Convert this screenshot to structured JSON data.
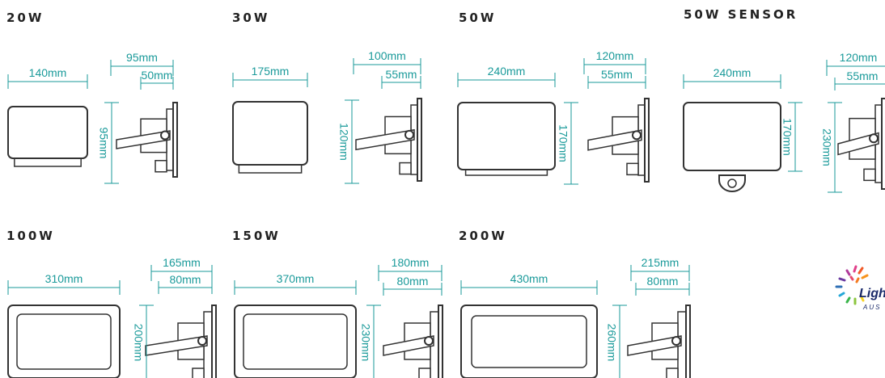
{
  "colors": {
    "dimension": "#1a9a9a",
    "outline": "#333333",
    "fill": "#ffffff"
  },
  "models": [
    {
      "title": "20W",
      "width": "140mm",
      "depth": "95mm",
      "depth_inner": "50mm",
      "height": "95mm"
    },
    {
      "title": "30W",
      "width": "175mm",
      "depth": "100mm",
      "depth_inner": "55mm",
      "height": "120mm"
    },
    {
      "title": "50W",
      "width": "240mm",
      "depth": "120mm",
      "depth_inner": "55mm",
      "height": "170mm"
    },
    {
      "title": "50W SENSOR",
      "width": "240mm",
      "depth": "120mm",
      "depth_inner": "55mm",
      "height": "170mm",
      "height_side": "230mm"
    },
    {
      "title": "100W",
      "width": "310mm",
      "depth": "165mm",
      "depth_inner": "80mm",
      "height": "200mm"
    },
    {
      "title": "150W",
      "width": "370mm",
      "depth": "180mm",
      "depth_inner": "80mm",
      "height": "230mm"
    },
    {
      "title": "200W",
      "width": "430mm",
      "depth": "215mm",
      "depth_inner": "80mm",
      "height": "260mm"
    }
  ],
  "logo": {
    "word": "Ligh",
    "sub": "AUS"
  }
}
